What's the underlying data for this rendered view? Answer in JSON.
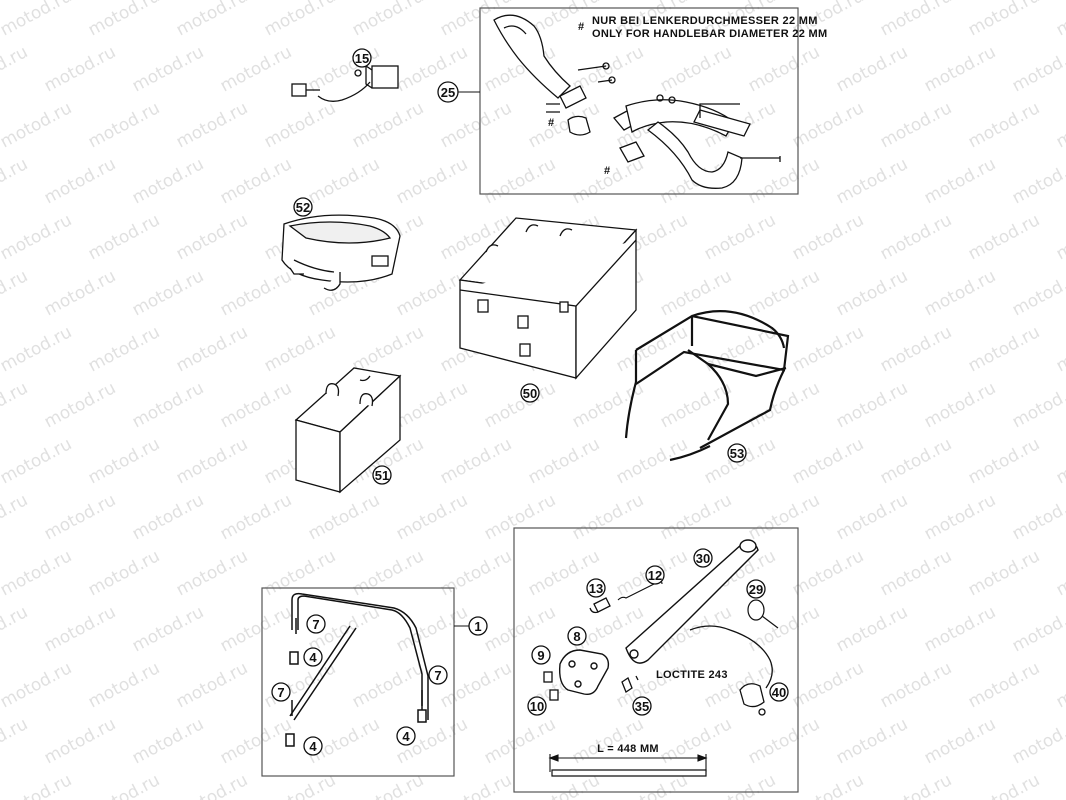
{
  "watermark": "motod.ru",
  "notes": {
    "hash_symbol": "#",
    "line_de": "NUR BEI LENKERDURCHMESSER 22 MM",
    "line_en": "ONLY FOR HANDLEBAR DIAMETER 22 MM",
    "loctite": "LOCTITE 243",
    "length": "L = 448 MM"
  },
  "callouts": {
    "c15": "15",
    "c25": "25",
    "c52": "52",
    "c50": "50",
    "c51": "51",
    "c53": "53",
    "c1": "1",
    "c7a": "7",
    "c4a": "4",
    "c7b": "7",
    "c4b": "4",
    "c7c": "7",
    "c4c": "4",
    "c30": "30",
    "c13": "13",
    "c12": "12",
    "c8": "8",
    "c9": "9",
    "c29": "29",
    "c10": "10",
    "c35": "35",
    "c40": "40"
  },
  "colors": {
    "line": "#111111",
    "frame": "#555555",
    "watermark": "#c8c8c8"
  }
}
